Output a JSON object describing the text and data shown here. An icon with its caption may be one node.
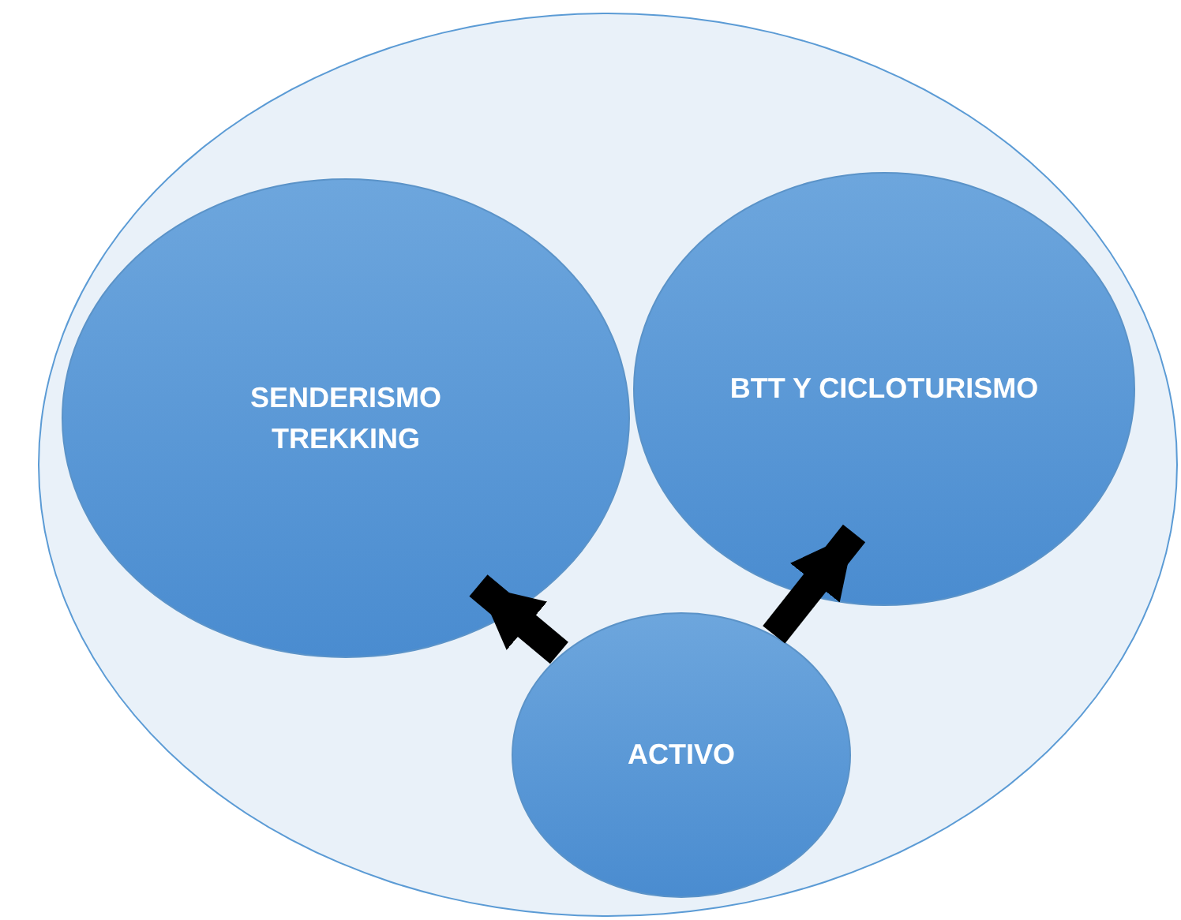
{
  "diagram": {
    "nodes": [
      {
        "text": [],
        "shape": "circle"
      },
      {
        "text": [
          "SENDERISMO TREKKING"
        ],
        "in": 0
      },
      {
        "text": [
          "BTT Y CICLOTURISMO"
        ],
        "in": 0
      },
      {
        "text": [
          "ACTIVO"
        ],
        "in": 0
      }
    ],
    "edges": [
      {
        "from": 3,
        "to": 1,
        "arrow": "to"
      },
      {
        "from": 3,
        "to": 2,
        "arrow": "to"
      }
    ]
  }
}
